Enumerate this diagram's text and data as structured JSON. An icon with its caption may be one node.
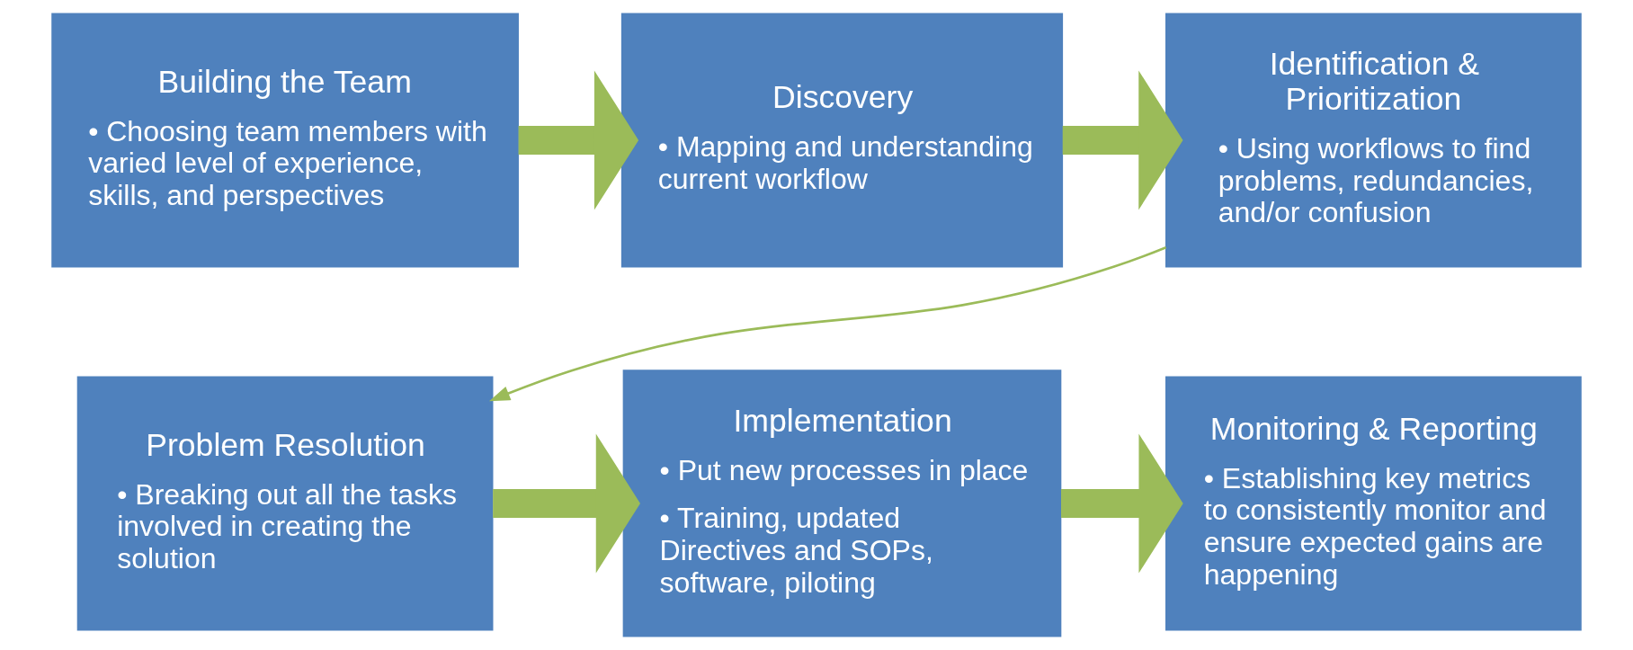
{
  "diagram": {
    "nodes": [
      {
        "text": [
          "Building the Team",
          "• Choosing team members with varied level of experience, skills, and perspectives"
        ]
      },
      {
        "text": [
          "Discovery",
          "• Mapping and understanding current workflow"
        ]
      },
      {
        "text": [
          "Identification & Prioritization",
          "• Using workflows to find problems, redundancies, and/or confusion"
        ]
      },
      {
        "text": [
          "Problem Resolution",
          "• Breaking out all the tasks involved in creating the solution"
        ]
      },
      {
        "text": [
          "Implementation",
          "• Put new processes in place",
          "• Training, updated Directives and SOPs, software, piloting"
        ]
      },
      {
        "text": [
          "Monitoring & Reporting",
          "• Establishing key metrics to consistently monitor and ensure expected gains are happening"
        ]
      }
    ],
    "edges": [
      {
        "from": 0,
        "to": 1,
        "arrow": "to",
        "color": "#9bbb59"
      },
      {
        "from": 1,
        "to": 2,
        "arrow": "to",
        "color": "#9bbb59"
      },
      {
        "from": 2,
        "to": 3,
        "arrow": "to",
        "color": "#9bbb59"
      },
      {
        "from": 3,
        "to": 4,
        "arrow": "to",
        "color": "#9bbb59"
      },
      {
        "from": 4,
        "to": 5,
        "arrow": "to",
        "color": "#9bbb59"
      }
    ]
  }
}
